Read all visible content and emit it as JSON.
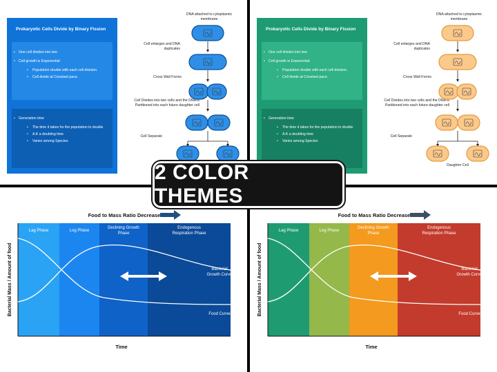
{
  "banner": "2 COLOR THEMES",
  "fission": {
    "title": "Prokaryotic Cells Divide by Binary Fission",
    "box1": [
      {
        "level": 1,
        "text": "One cell divides into two"
      },
      {
        "level": 1,
        "text": "Cell growth is Exponential"
      },
      {
        "level": 2,
        "text": "Population double with each cell division."
      },
      {
        "level": 2,
        "text": "Cell divide at Constant pace."
      }
    ],
    "box2": [
      {
        "level": 1,
        "text": "Generation time"
      },
      {
        "level": 2,
        "text": "The time it takes for the population to double"
      },
      {
        "level": 2,
        "text": "A.K a doubling time"
      },
      {
        "level": 2,
        "text": "Varies among Species"
      }
    ],
    "steps": [
      "DNA attached to cytoplasmic membrane",
      "Cell enlarges and DNA duplicates",
      "Cross Wall Forms",
      "Cell Divides into two cells and the DNA is Partitioned into each future daughter cell",
      "Cell Separate",
      "Daughter Cell"
    ]
  },
  "growth": {
    "header": "Food to Mass Ratio Decreases",
    "phases": [
      "Lag Phase",
      "Log Phase",
      "Declining Growth Phase",
      "Endogenous Respiration Phase"
    ],
    "ylabel": "Bacterial Mass / Amount of food",
    "xlabel": "Time",
    "bacterial_label": "Bacterial Growth Curve",
    "food_label": "Food Curve"
  },
  "themes": {
    "blue": {
      "panel": "#0f73d8",
      "box": "#2489e6",
      "box2": "#0d5fb4",
      "cell_fill": "#2f8fe6",
      "cell_stroke": "#0a4f96",
      "phases": [
        "#2aa3f5",
        "#1b86ef",
        "#0f62c8",
        "#0b4a98"
      ],
      "arrow": "#1e4f80"
    },
    "green": {
      "panel": "#1e9b72",
      "box": "#31b287",
      "box2": "#178062",
      "cell_fill": "#fbc98c",
      "cell_stroke": "#e39a3a",
      "phases": [
        "#1f9b72",
        "#94b84a",
        "#f39a1f",
        "#c33b2c"
      ],
      "arrow": "#3f4e63"
    }
  }
}
